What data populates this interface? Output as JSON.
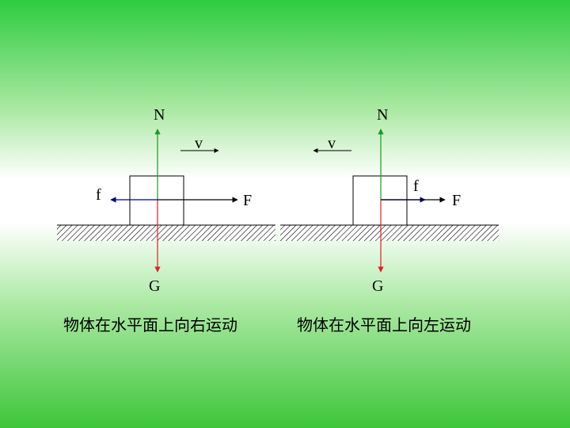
{
  "background": {
    "top_color": "#2ecc40",
    "middle_color": "#ffffff",
    "bottom_color": "#3ec63a"
  },
  "colors": {
    "normal_force": "#1a9a1a",
    "gravity": "#e02020",
    "friction": "#000080",
    "applied_force": "#000000",
    "velocity": "#000000"
  },
  "diagrams": [
    {
      "label_N": "N",
      "label_G": "G",
      "label_f": "f",
      "label_F": "F",
      "label_v": "v",
      "velocity_direction": "right",
      "friction_direction": "left",
      "caption": "物体在水平面上向右运动"
    },
    {
      "label_N": "N",
      "label_G": "G",
      "label_f": "f",
      "label_F": "F",
      "label_v": "v",
      "velocity_direction": "left",
      "friction_direction": "right",
      "caption": "物体在水平面上向左运动"
    }
  ]
}
